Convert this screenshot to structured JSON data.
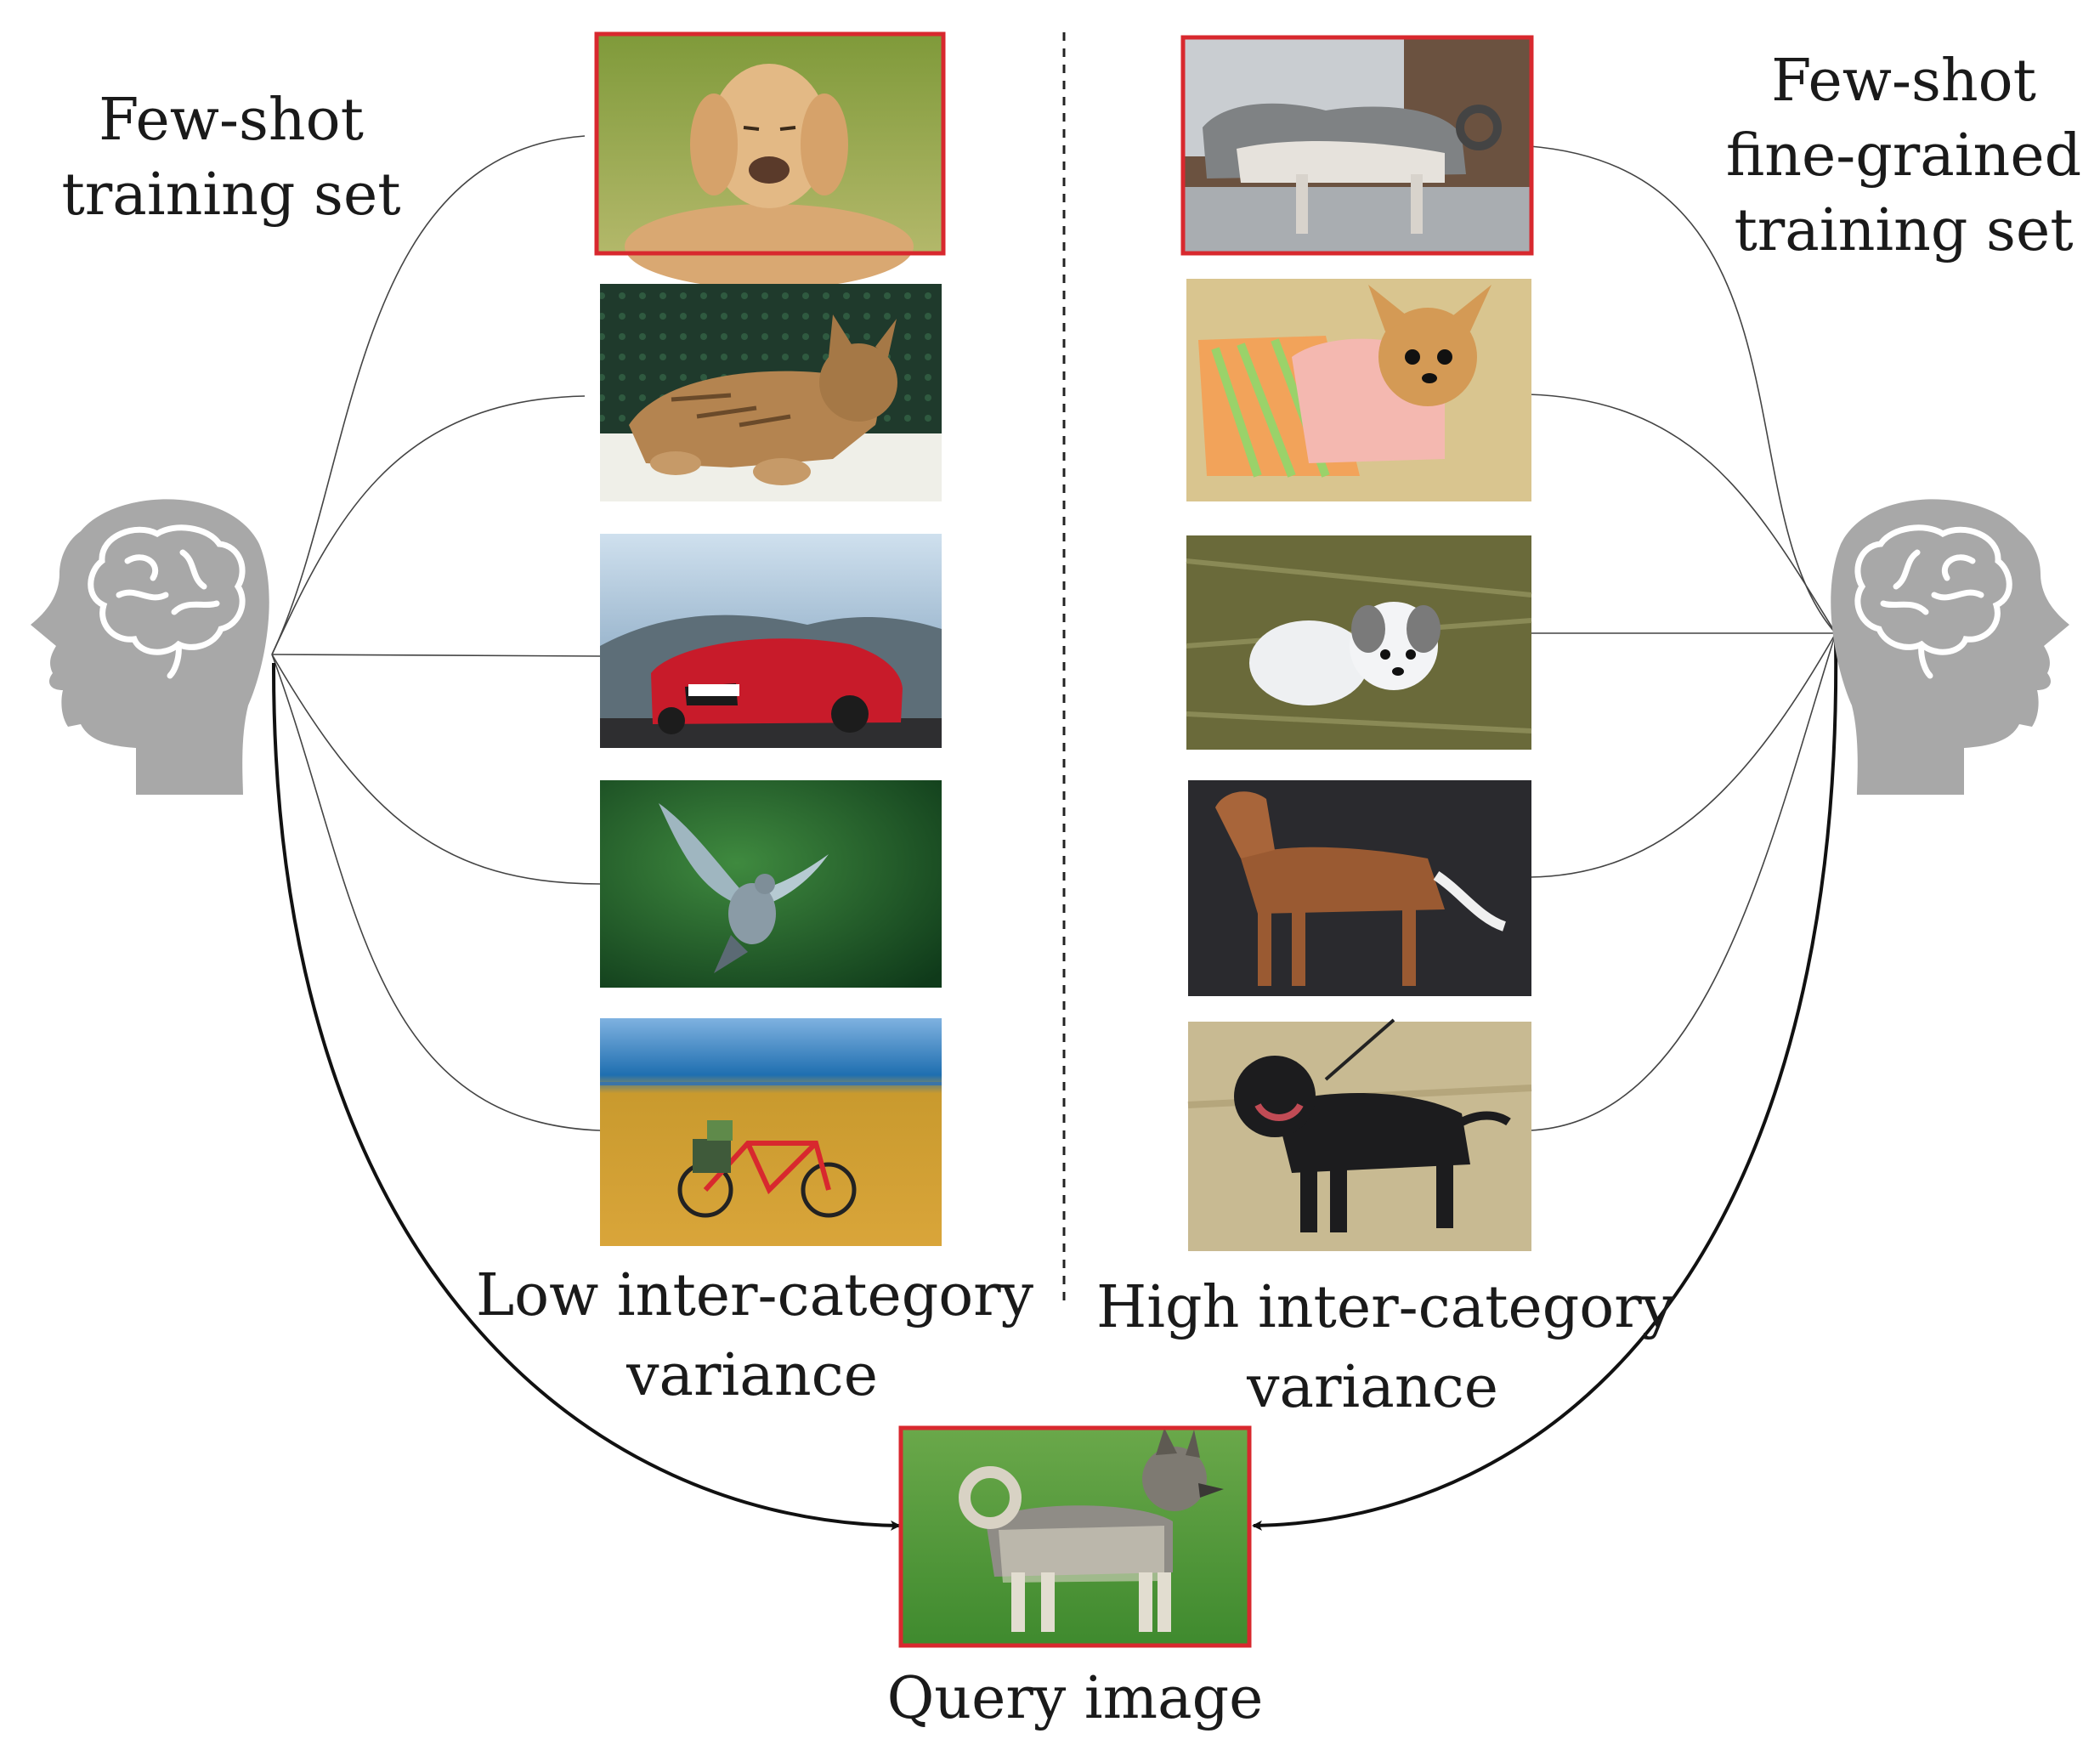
{
  "left_group": {
    "title_lines": [
      "Few-shot",
      "training set"
    ],
    "variance_lines": [
      "Low inter-category",
      "variance"
    ],
    "images": [
      {
        "icon": "golden-retriever-photo",
        "highlighted": true
      },
      {
        "icon": "tabby-cat-photo",
        "highlighted": false
      },
      {
        "icon": "red-sports-car-photo",
        "highlighted": false
      },
      {
        "icon": "flying-pigeon-photo",
        "highlighted": false
      },
      {
        "icon": "bicycle-in-field-photo",
        "highlighted": false
      }
    ]
  },
  "right_group": {
    "title_lines": [
      "Few-shot",
      "fine-grained",
      "training set"
    ],
    "variance_lines": [
      "High inter-category",
      "variance"
    ],
    "images": [
      {
        "icon": "husky-on-truck-photo",
        "highlighted": true
      },
      {
        "icon": "chihuahua-photo",
        "highlighted": false
      },
      {
        "icon": "white-shih-tzu-photo",
        "highlighted": false
      },
      {
        "icon": "brown-hound-photo",
        "highlighted": false
      },
      {
        "icon": "black-staffordshire-photo",
        "highlighted": false
      }
    ]
  },
  "query": {
    "caption": "Query image",
    "icon": "norwegian-elkhound-photo",
    "highlighted": true
  },
  "learners": [
    {
      "icon": "human-head-brain-icon",
      "side": "left"
    },
    {
      "icon": "human-head-brain-icon",
      "side": "right"
    }
  ],
  "colors": {
    "highlight_border": "#d8282e",
    "connector": "#444444",
    "arrow": "#111111",
    "head": "#a8a8a8",
    "text": "#1a1a1a"
  }
}
